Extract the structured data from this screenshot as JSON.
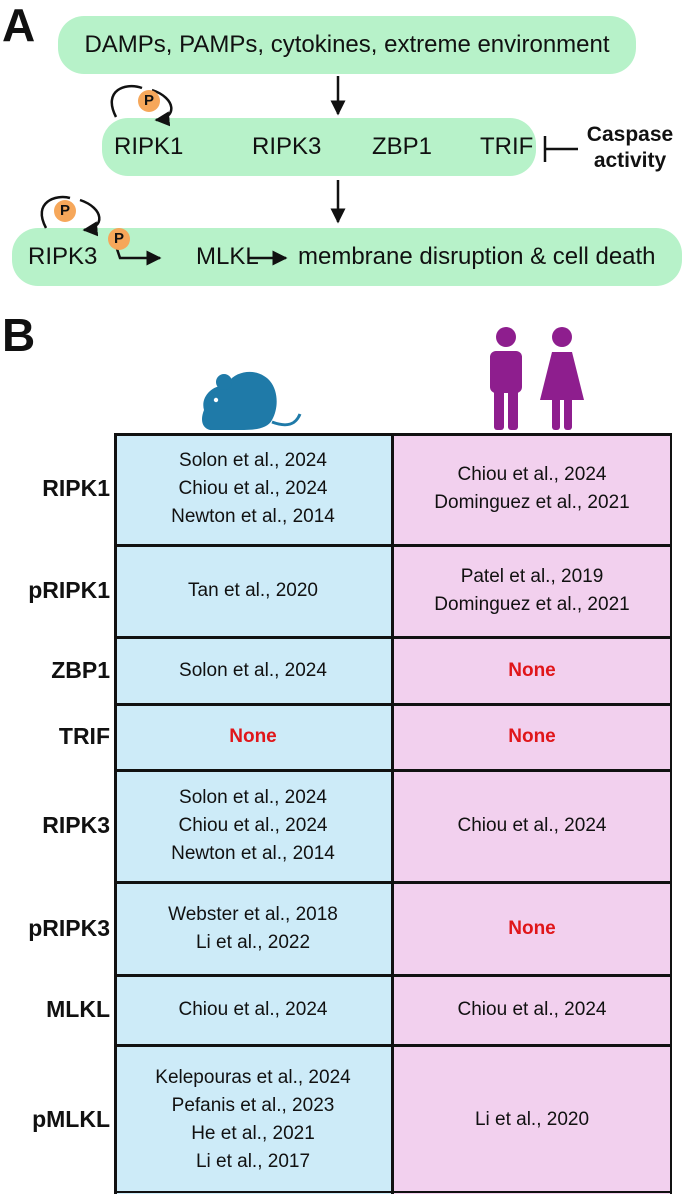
{
  "panel_a": {
    "letter": "A",
    "top_box": "DAMPs, PAMPs, cytokines, extreme environment",
    "mid_box": [
      "RIPK1",
      "RIPK3",
      "ZBP1",
      "TRIF"
    ],
    "bottom_box": {
      "ripk3": "RIPK3",
      "mlkl": "MLKL",
      "outcome": "membrane disruption & cell death"
    },
    "phospho_label": "P",
    "inhibitor": {
      "line1": "Caspase",
      "line2": "activity"
    }
  },
  "panel_b": {
    "letter": "B",
    "columns": [
      "mouse-icon",
      "human-icon"
    ],
    "colors": {
      "mouse_cell": "#cdebf8",
      "human_cell": "#f2d0ee",
      "none_text": "#e0161a",
      "pill": "#b7f2c9",
      "phospho": "#f6a75a",
      "mouse_icon": "#1f7aa8",
      "human_icon": "#8e1e8e"
    },
    "rows": [
      {
        "label": "RIPK1",
        "mouse": [
          "Solon et al., 2024",
          "Chiou et al., 2024",
          "Newton et al., 2014"
        ],
        "human": [
          "Chiou et al., 2024",
          "Dominguez et al., 2021"
        ]
      },
      {
        "label": "pRIPK1",
        "mouse": [
          "Tan et al., 2020"
        ],
        "human": [
          "Patel et al., 2019",
          "Dominguez et al., 2021"
        ]
      },
      {
        "label": "ZBP1",
        "mouse": [
          "Solon et al., 2024"
        ],
        "human": [
          "None"
        ]
      },
      {
        "label": "TRIF",
        "mouse": [
          "None"
        ],
        "human": [
          "None"
        ]
      },
      {
        "label": "RIPK3",
        "mouse": [
          "Solon et al., 2024",
          "Chiou et al., 2024",
          "Newton et al., 2014"
        ],
        "human": [
          "Chiou et al., 2024"
        ]
      },
      {
        "label": "pRIPK3",
        "mouse": [
          "Webster et al., 2018",
          "Li et al., 2022"
        ],
        "human": [
          "None"
        ]
      },
      {
        "label": "MLKL",
        "mouse": [
          "Chiou et al., 2024"
        ],
        "human": [
          "Chiou et al., 2024"
        ]
      },
      {
        "label": "pMLKL",
        "mouse": [
          "Kelepouras et al., 2024",
          "Pefanis et al., 2023",
          "He et al., 2021",
          "Li et al., 2017"
        ],
        "human": [
          "Li et al., 2020"
        ]
      }
    ]
  }
}
